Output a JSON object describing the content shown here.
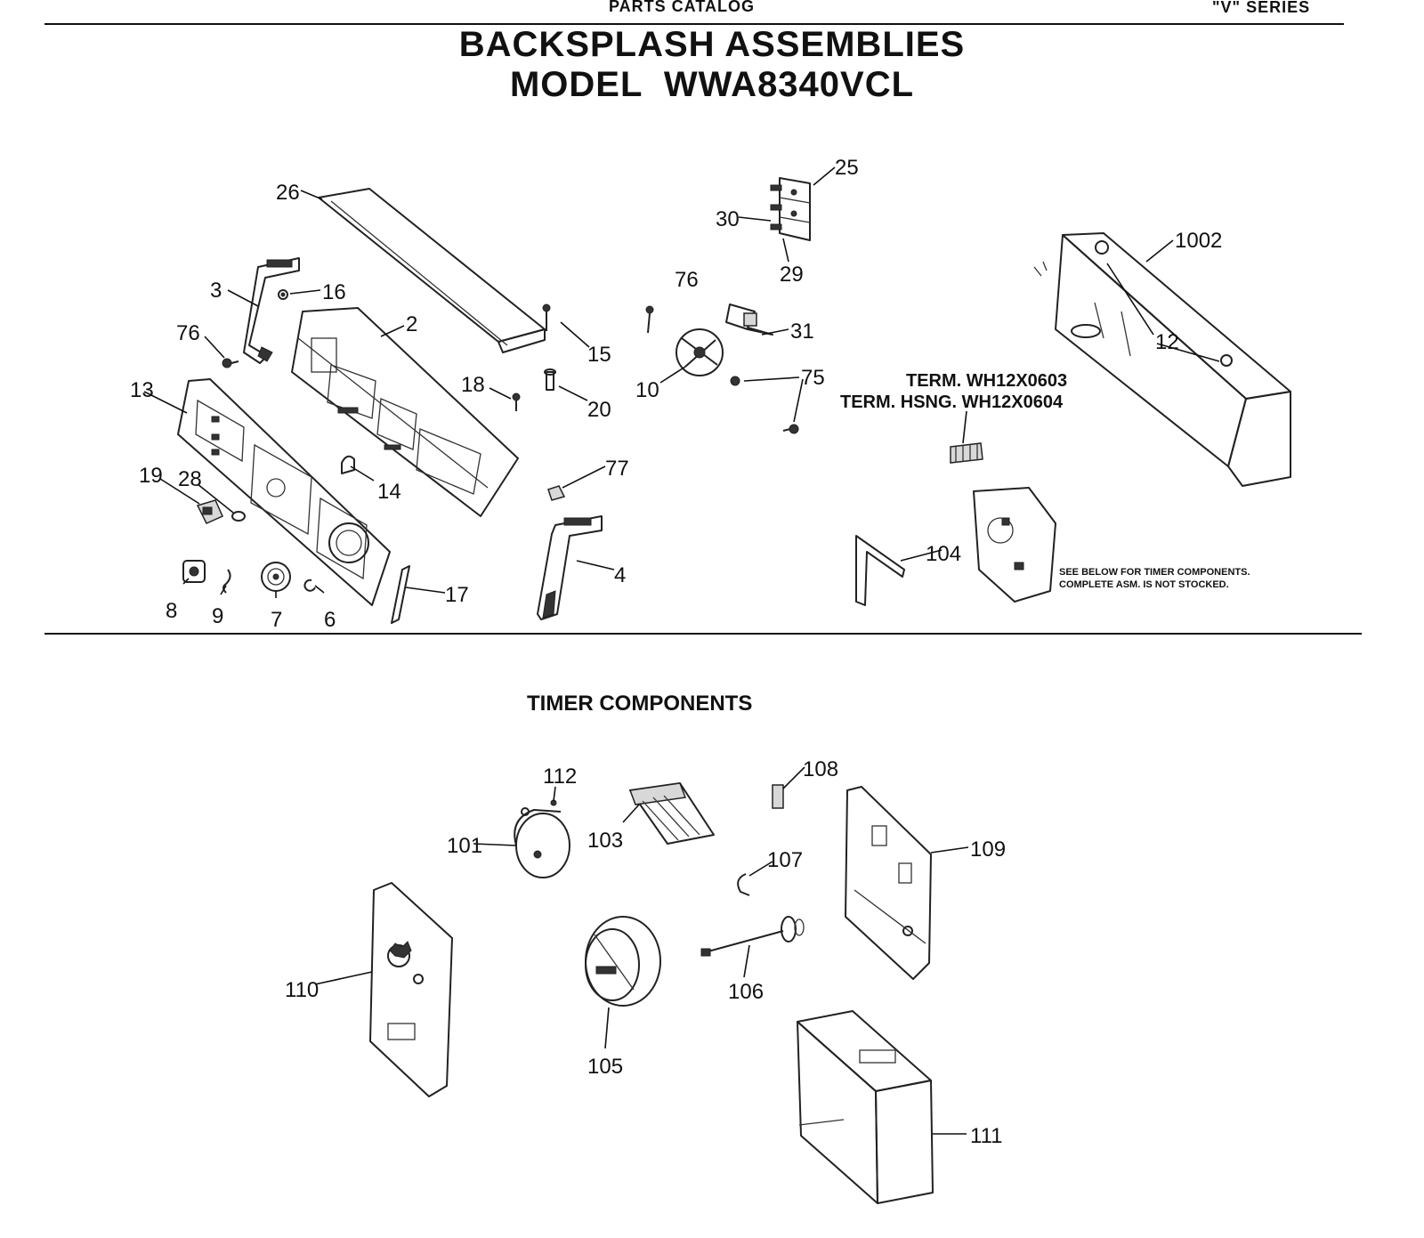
{
  "header": {
    "catalog": "PARTS CATALOG",
    "series": "\"V\" SERIES"
  },
  "title": {
    "line1": "BACKSPLASH ASSEMBLIES",
    "line2": "MODEL  WWA8340VCL"
  },
  "backsplash": {
    "labels": {
      "p26": "26",
      "p25": "25",
      "p30": "30",
      "p29": "29",
      "p1002": "1002",
      "p3": "3",
      "p16": "16",
      "p76a": "76",
      "p76b": "76",
      "p2": "2",
      "p15": "15",
      "p31": "31",
      "p12": "12",
      "p13": "13",
      "p18": "18",
      "p20": "20",
      "p10": "10",
      "p75": "75",
      "p77": "77",
      "p14": "14",
      "p19": "19",
      "p28": "28",
      "p4": "4",
      "p104": "104",
      "p8": "8",
      "p9": "9",
      "p7": "7",
      "p6": "6",
      "p17": "17"
    },
    "term_note": {
      "line1": "TERM. WH12X0603",
      "line2": "TERM. HSNG. WH12X0604"
    },
    "timer_note": {
      "line1": "SEE BELOW FOR TIMER COMPONENTS.",
      "line2": "COMPLETE ASM. IS NOT STOCKED."
    }
  },
  "timer": {
    "heading": "TIMER COMPONENTS",
    "labels": {
      "p112": "112",
      "p108": "108",
      "p101": "101",
      "p103": "103",
      "p109": "109",
      "p107": "107",
      "p110": "110",
      "p106": "106",
      "p105": "105",
      "p111": "111"
    }
  }
}
